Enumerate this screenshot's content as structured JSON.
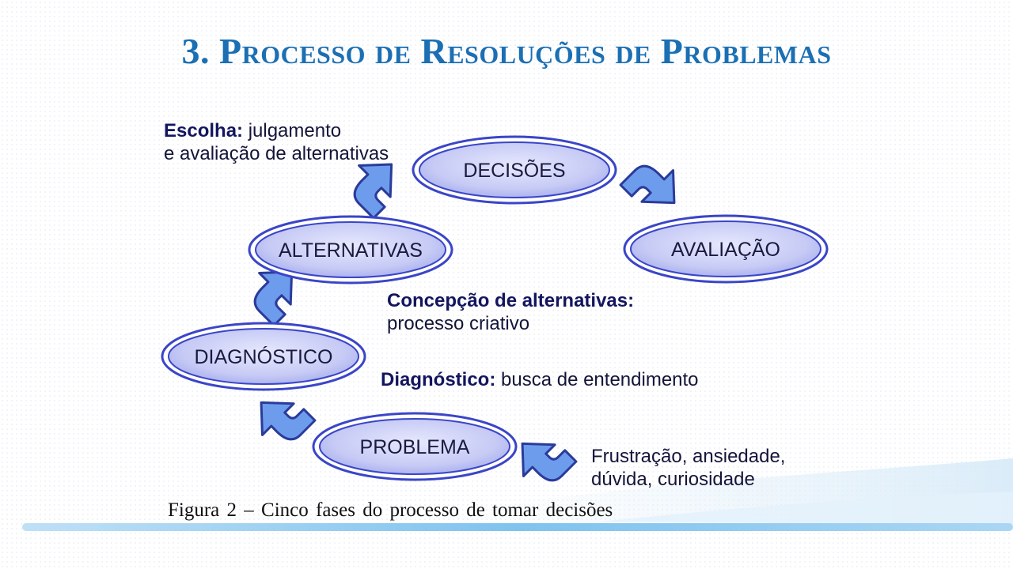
{
  "title": "3. Processo de Resoluções de Problemas",
  "nodes": {
    "decisoes": "DECISÕES",
    "alternativas": "ALTERNATIVAS",
    "avaliacao": "AVALIAÇÃO",
    "diagnostico": "DIAGNÓSTICO",
    "problema": "PROBLEMA"
  },
  "notes": {
    "escolha": {
      "bold": "Escolha:",
      "line1": " julgamento",
      "line2": "e avaliação de alternativas"
    },
    "concepcao": {
      "bold": "Concepção de alternativas:",
      "line2": "processo criativo"
    },
    "diagnostico": {
      "bold": "Diagnóstico:",
      "text": " busca de entendimento"
    },
    "entrada": {
      "line1": "Frustração, ansiedade,",
      "line2": "dúvida, curiosidade"
    }
  },
  "caption": "Figura 2 – Cinco fases do processo de tomar decisões",
  "colors": {
    "title": "#1b6fb3",
    "node_fill": "#c9ccf6",
    "node_ring": "#3a45c8",
    "arrow_fill": "#6d9cec",
    "arrow_stroke": "#2b3b9a"
  }
}
